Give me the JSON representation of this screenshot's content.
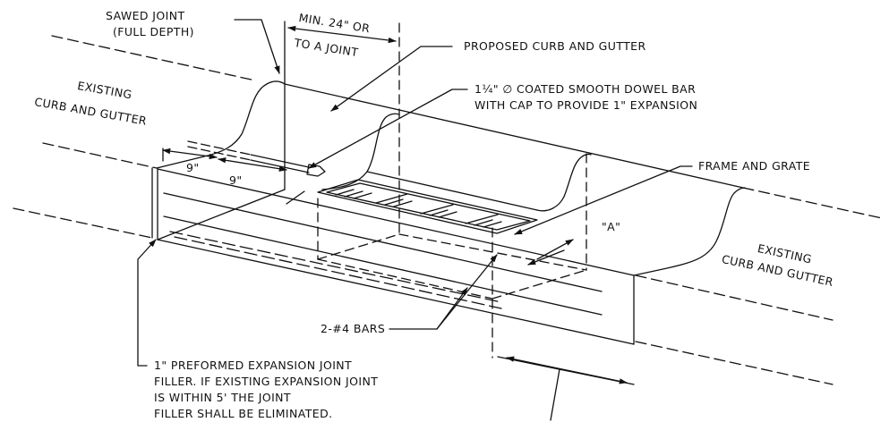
{
  "labels": {
    "sawed_joint_1": "SAWED JOINT",
    "sawed_joint_2": "(FULL DEPTH)",
    "min_24_1": "MIN. 24\" OR",
    "min_24_2": "TO A JOINT",
    "proposed": "PROPOSED CURB AND GUTTER",
    "dowel_1": "1¼\" ∅ COATED SMOOTH DOWEL BAR",
    "dowel_2": "WITH CAP TO PROVIDE 1\" EXPANSION",
    "existing_left_1": "EXISTING",
    "existing_left_2": "CURB AND GUTTER",
    "frame_grate": "FRAME AND GRATE",
    "dim_9_a": "9\"",
    "dim_9_b": "9\"",
    "dim_a": "\"A\"",
    "existing_right_1": "EXISTING",
    "existing_right_2": "CURB AND GUTTER",
    "bars": "2-#4 BARS",
    "filler_1": "1\" PREFORMED EXPANSION JOINT",
    "filler_2": "FILLER. IF EXISTING EXPANSION JOINT",
    "filler_3": "IS WITHIN 5' THE JOINT",
    "filler_4": "FILLER SHALL BE ELIMINATED."
  },
  "colors": {
    "line": "#111111",
    "background": "#ffffff"
  }
}
